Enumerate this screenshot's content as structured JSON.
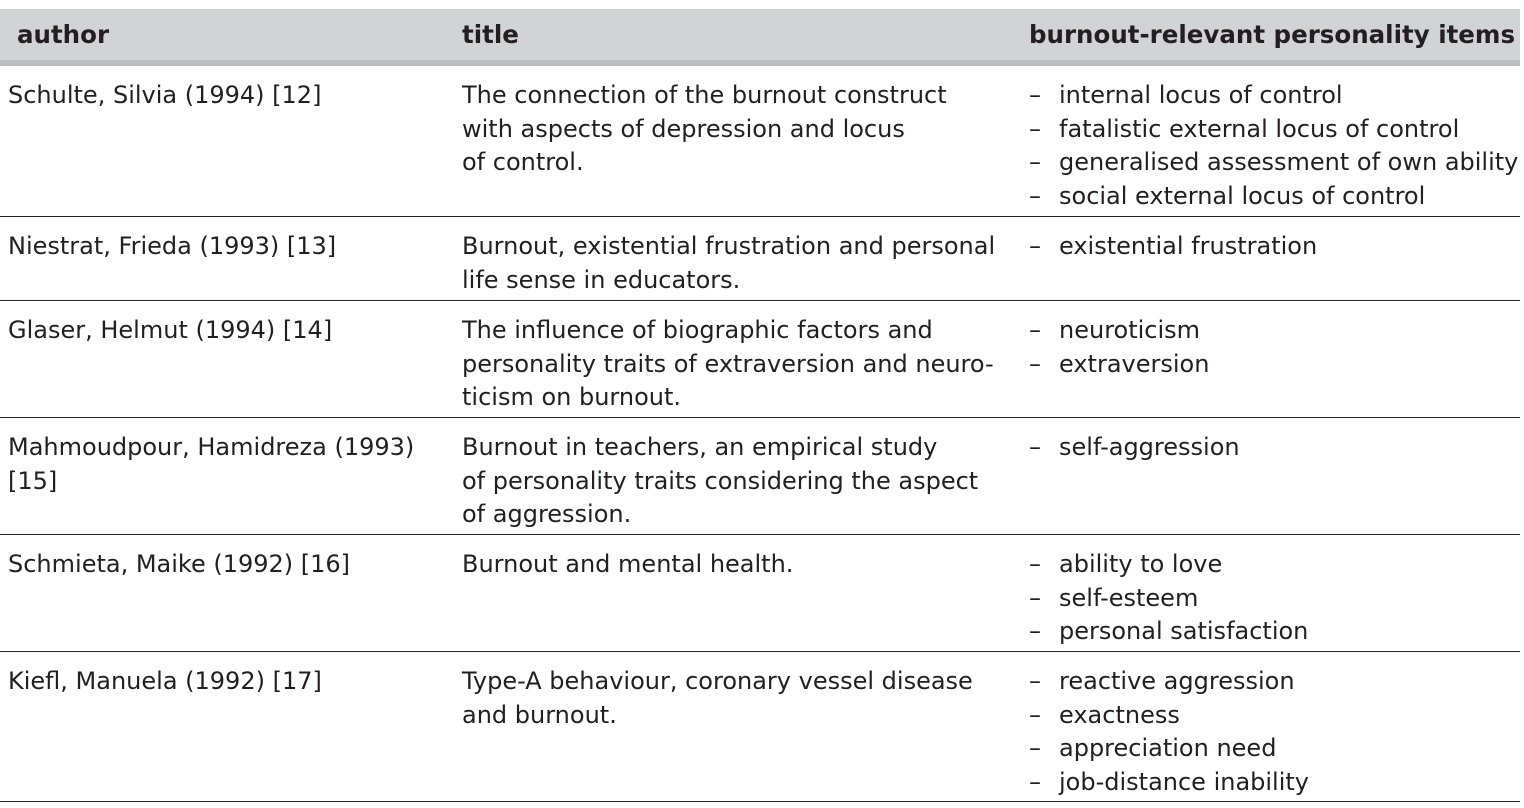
{
  "headers": {
    "author": "author",
    "title": "title",
    "items": "burnout-relevant personality items"
  },
  "rows": [
    {
      "author": "Schulte, Silvia (1994) [12]",
      "title": "The connection of the burnout construct\nwith aspects of depression and locus\nof control.",
      "items": [
        "internal locus of control",
        "fatalistic external locus of control",
        "generalised assessment of own ability",
        "social external locus of control"
      ]
    },
    {
      "author": "Niestrat, Frieda (1993) [13]",
      "title": "Burnout, existential frustration and personal\nlife sense in educators.",
      "items": [
        "existential frustration"
      ]
    },
    {
      "author": "Glaser, Helmut (1994) [14]",
      "title": "The influence of biographic factors and\npersonality traits of extraversion and neuro-\nticism on burnout.",
      "items": [
        "neuroticism",
        "extraversion"
      ]
    },
    {
      "author": "Mahmoudpour, Hamidreza (1993)\n[15]",
      "title": "Burnout in teachers, an empirical study\nof personality traits considering the aspect\nof aggression.",
      "items": [
        "self-aggression"
      ]
    },
    {
      "author": "Schmieta, Maike (1992) [16]",
      "title": "Burnout and mental health.",
      "items": [
        "ability to love",
        "self-esteem",
        "personal satisfaction"
      ]
    },
    {
      "author": "Kiefl, Manuela (1992) [17]",
      "title": "Type-A behaviour, coronary vessel disease\nand burnout.",
      "items": [
        "reactive aggression",
        "exactness",
        "appreciation need",
        "job-distance inability"
      ]
    }
  ]
}
